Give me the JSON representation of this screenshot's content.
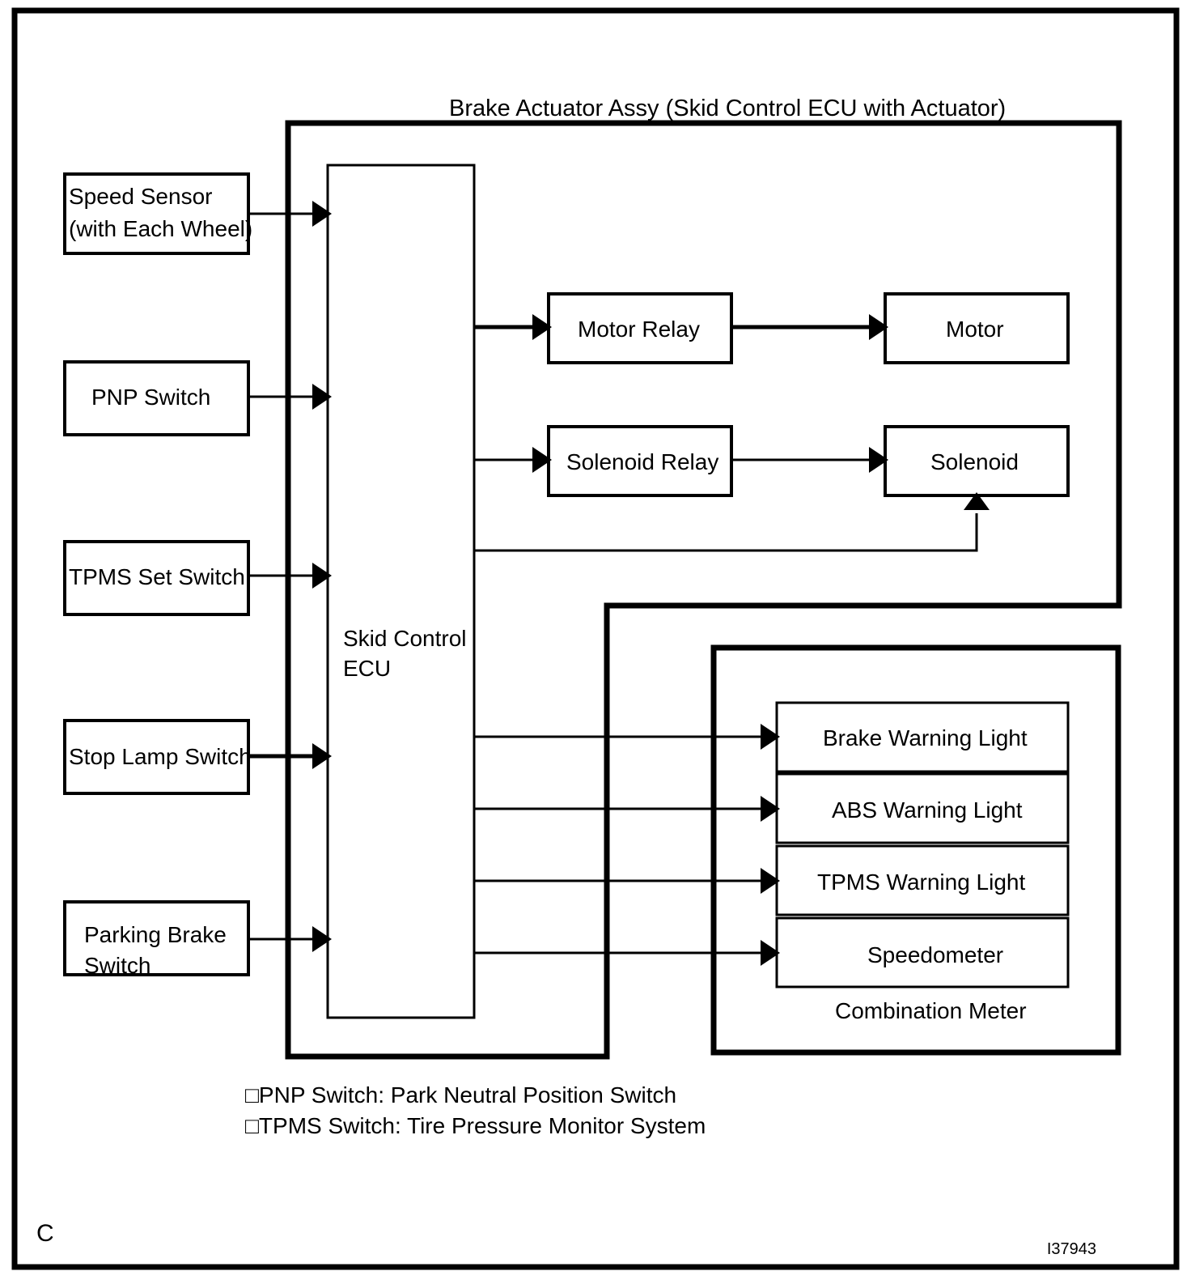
{
  "page": {
    "title": "Brake Actuator Assy (Skid Control ECU with Actuator)",
    "corner_label": "C",
    "reference_code": "I37943",
    "line_color": "#000000",
    "background_color": "#ffffff"
  },
  "inputs": [
    {
      "id": "speed-sensor",
      "line1": "Speed Sensor",
      "line2": "(with Each Wheel)"
    },
    {
      "id": "pnp-switch",
      "line1": "PNP Switch",
      "line2": ""
    },
    {
      "id": "tpms-set-switch",
      "line1": "TPMS Set Switch",
      "line2": ""
    },
    {
      "id": "stop-lamp-switch",
      "line1": "Stop Lamp Switch",
      "line2": ""
    },
    {
      "id": "parking-brake-switch",
      "line1": "Parking Brake",
      "line2": "Switch"
    }
  ],
  "ecu": {
    "line1": "Skid Control",
    "line2": "ECU"
  },
  "actuator_components": [
    {
      "id": "motor-relay",
      "label": "Motor Relay"
    },
    {
      "id": "motor",
      "label": "Motor"
    },
    {
      "id": "solenoid-relay",
      "label": "Solenoid Relay"
    },
    {
      "id": "solenoid",
      "label": "Solenoid"
    }
  ],
  "combination_meter": {
    "caption": "Combination Meter",
    "items": [
      {
        "id": "brake-warning-light",
        "label": "Brake Warning Light"
      },
      {
        "id": "abs-warning-light",
        "label": "ABS Warning Light"
      },
      {
        "id": "tpms-warning-light",
        "label": "TPMS Warning Light"
      },
      {
        "id": "speedometer",
        "label": "Speedometer"
      }
    ]
  },
  "notes": [
    {
      "id": "note-pnp",
      "bullet": "□",
      "text": "PNP Switch: Park Neutral Position Switch"
    },
    {
      "id": "note-tpms",
      "bullet": "□",
      "text": "TPMS Switch: Tire Pressure Monitor System"
    }
  ]
}
